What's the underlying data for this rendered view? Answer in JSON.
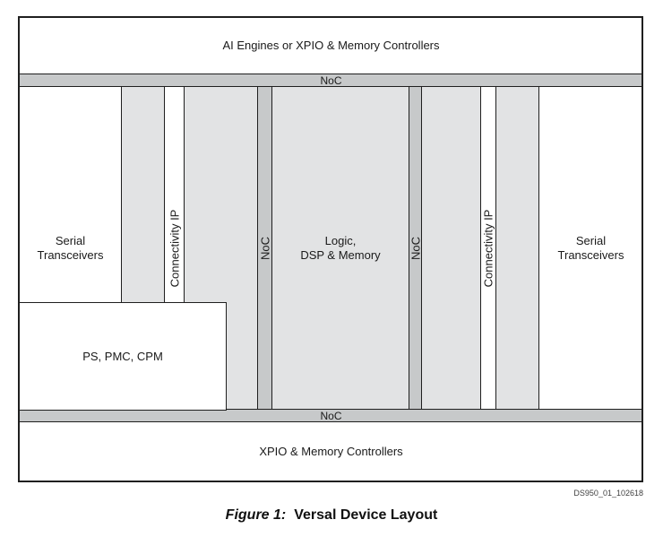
{
  "blocks": {
    "ai_engines": {
      "label": "AI Engines or XPIO & Memory Controllers"
    },
    "noc_top": {
      "label": "NoC"
    },
    "serial_left": {
      "line1": "Serial",
      "line2": "Transceivers"
    },
    "connectivity_left": {
      "label": "Connectivity IP"
    },
    "noc_col_left": {
      "label": "NoC"
    },
    "logic": {
      "line1": "Logic,",
      "line2": "DSP & Memory"
    },
    "noc_col_right": {
      "label": "NoC"
    },
    "connectivity_right": {
      "label": "Connectivity IP"
    },
    "serial_right": {
      "line1": "Serial",
      "line2": "Transceivers"
    },
    "ps_pmc_cpm": {
      "label": "PS, PMC, CPM"
    },
    "noc_bottom": {
      "label": "NoC"
    },
    "xpio": {
      "label": "XPIO & Memory Controllers"
    }
  },
  "footer": {
    "doc_id": "DS950_01_102618"
  },
  "caption": {
    "figure_label": "Figure 1:",
    "title": "Versal Device Layout"
  },
  "colors": {
    "border": "#1f1f1f",
    "white_fill": "#ffffff",
    "block_fill": "#e2e3e4",
    "noc_fill": "#c7c9ca"
  }
}
